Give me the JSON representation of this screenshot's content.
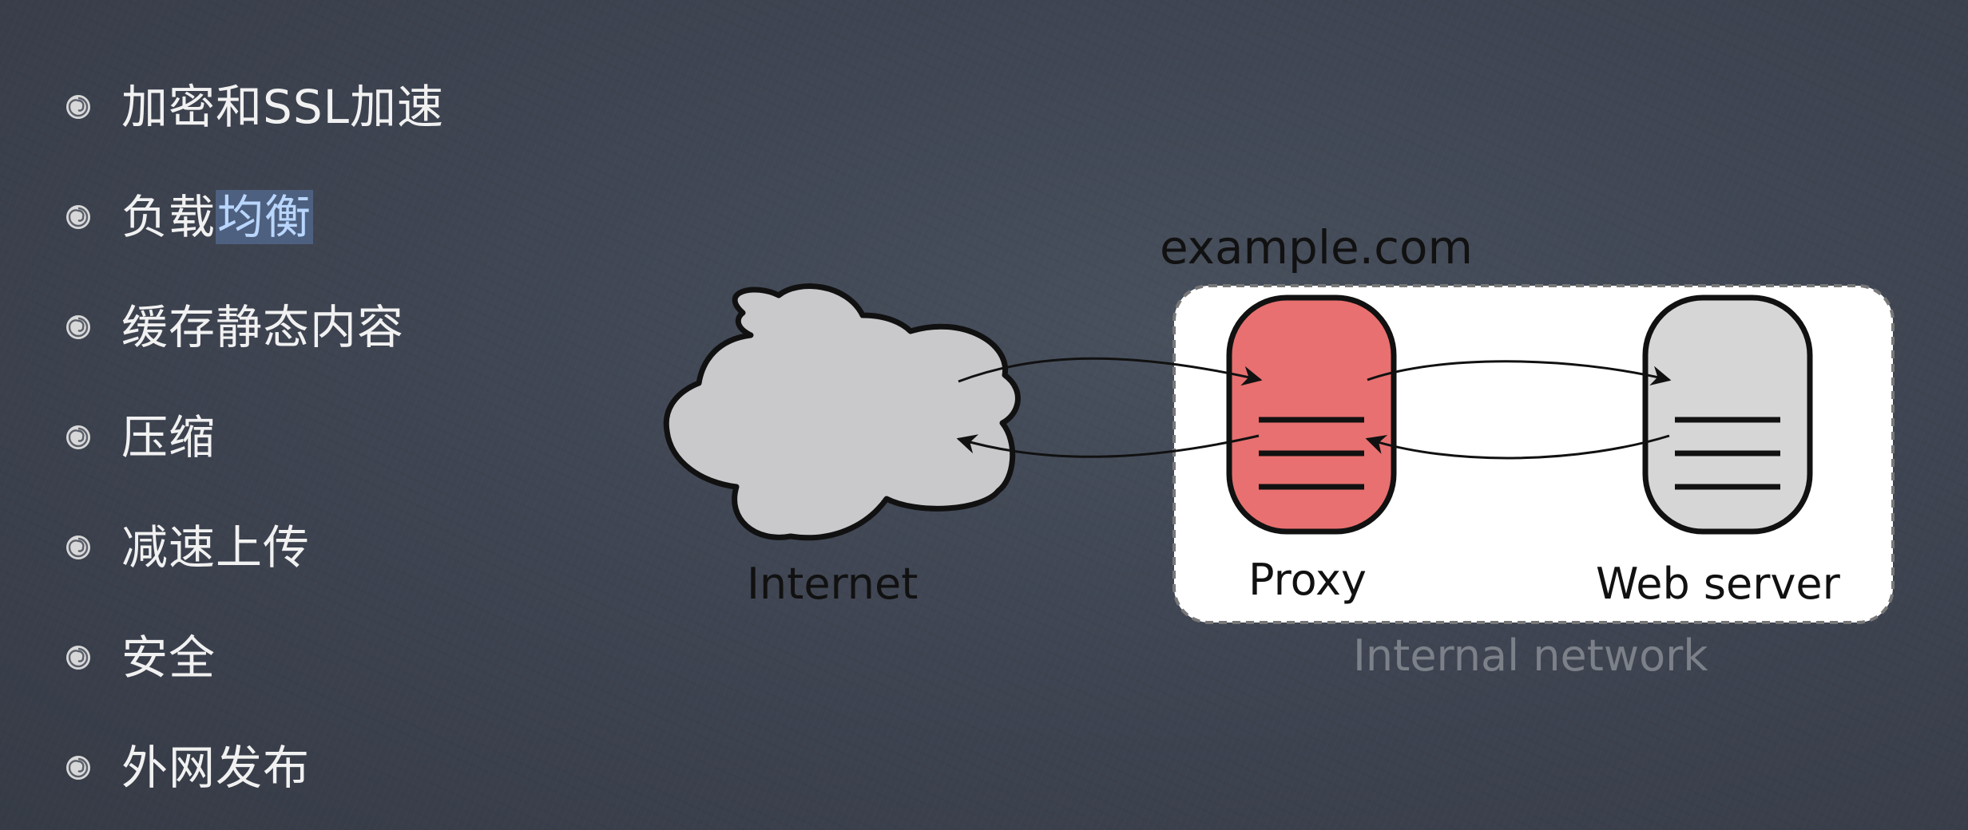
{
  "bullets": [
    {
      "text": "加密和SSL加速"
    },
    {
      "text_before": "负载",
      "text_highlight": "均衡"
    },
    {
      "text": "缓存静态内容"
    },
    {
      "text": "压缩"
    },
    {
      "text": "减速上传"
    },
    {
      "text": "安全"
    },
    {
      "text": "外网发布"
    }
  ],
  "diagram": {
    "domain_label": "example.com",
    "internet_label": "Internet",
    "proxy_label": "Proxy",
    "webserver_label": "Web server",
    "network_label": "Internal network",
    "colors": {
      "proxy_fill": "#e87070",
      "server_fill": "#d6d6d6",
      "cloud_fill": "#c9c9cc",
      "network_box": "#ffffff"
    }
  },
  "icons": {
    "bullet": "swirl-bullet-icon",
    "cloud": "cloud-icon",
    "proxy": "server-cylinder-icon",
    "server": "server-cylinder-icon"
  }
}
